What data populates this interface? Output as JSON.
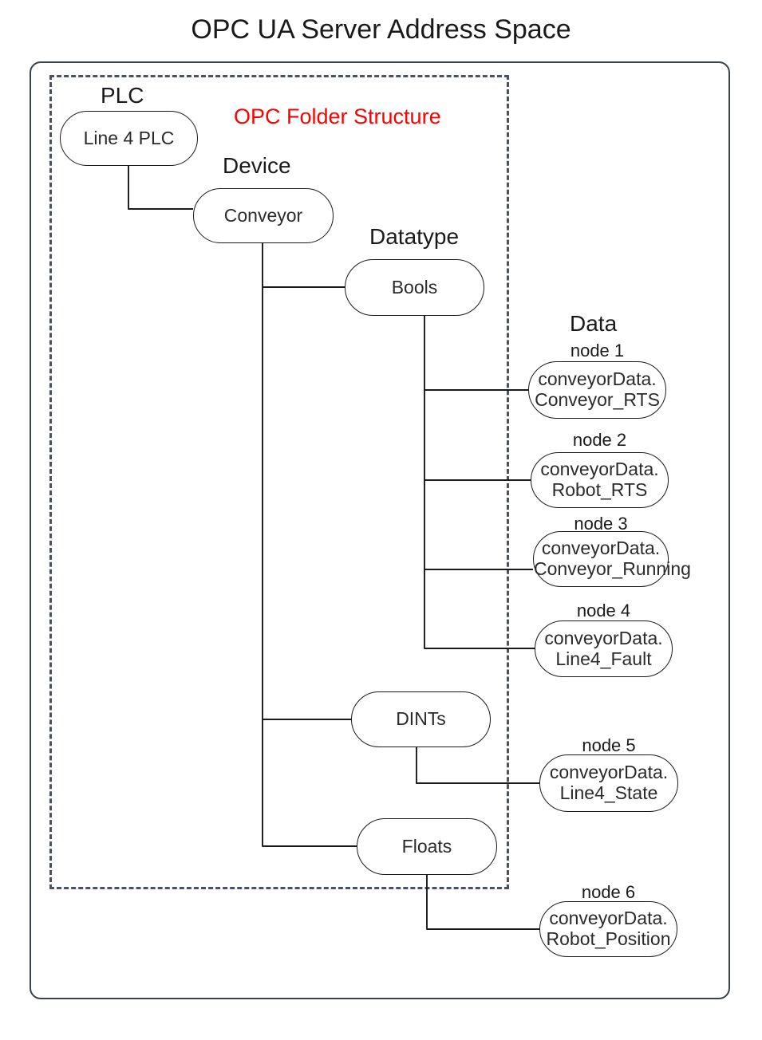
{
  "title": "OPC UA Server Address Space",
  "folder_structure_label": "OPC Folder Structure",
  "folder_structure_color": "#ff0000",
  "column_labels": {
    "plc": "PLC",
    "device": "Device",
    "datatype": "Datatype",
    "data": "Data"
  },
  "folders": {
    "plc": {
      "label": "Line 4 PLC"
    },
    "device": {
      "label": "Conveyor"
    },
    "bools": {
      "label": "Bools"
    },
    "dints": {
      "label": "DINTs"
    },
    "floats": {
      "label": "Floats"
    }
  },
  "nodes": [
    {
      "caption": "node 1",
      "line1": "conveyorData.",
      "line2": "Conveyor_RTS"
    },
    {
      "caption": "node 2",
      "line1": "conveyorData.",
      "line2": "Robot_RTS"
    },
    {
      "caption": "node 3",
      "line1": "conveyorData.",
      "line2": "Conveyor_Running"
    },
    {
      "caption": "node 4",
      "line1": "conveyorData.",
      "line2": "Line4_Fault"
    },
    {
      "caption": "node 5",
      "line1": "conveyorData.",
      "line2": "Line4_State"
    },
    {
      "caption": "node 6",
      "line1": "conveyorData.",
      "line2": "Robot_Position"
    }
  ],
  "colors": {
    "frame_stroke": "#3b414d",
    "dashed_stroke": "#4b5162",
    "wire_stroke": "#1a1a1a",
    "text": "#1a1a1a",
    "accent_red": "#ff0000"
  }
}
